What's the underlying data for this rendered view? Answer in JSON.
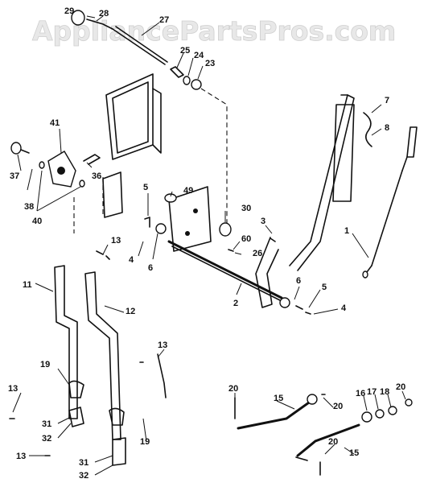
{
  "watermark": "AppliancePartsPros.com",
  "callouts": [
    {
      "id": "29",
      "text": "29"
    },
    {
      "id": "28",
      "text": "28"
    },
    {
      "id": "27",
      "text": "27"
    },
    {
      "id": "25",
      "text": "25"
    },
    {
      "id": "24",
      "text": "24"
    },
    {
      "id": "23",
      "text": "23"
    },
    {
      "id": "7",
      "text": "7"
    },
    {
      "id": "8",
      "text": "8"
    },
    {
      "id": "41",
      "text": "41"
    },
    {
      "id": "37",
      "text": "37"
    },
    {
      "id": "38",
      "text": "38"
    },
    {
      "id": "40",
      "text": "40"
    },
    {
      "id": "36",
      "text": "36"
    },
    {
      "id": "5a",
      "text": "5"
    },
    {
      "id": "49",
      "text": "49"
    },
    {
      "id": "30",
      "text": "30"
    },
    {
      "id": "3",
      "text": "3"
    },
    {
      "id": "1",
      "text": "1"
    },
    {
      "id": "13a",
      "text": "13"
    },
    {
      "id": "4a",
      "text": "4"
    },
    {
      "id": "6a",
      "text": "6"
    },
    {
      "id": "60",
      "text": "60"
    },
    {
      "id": "26",
      "text": "26"
    },
    {
      "id": "11",
      "text": "11"
    },
    {
      "id": "2",
      "text": "2"
    },
    {
      "id": "6b",
      "text": "6"
    },
    {
      "id": "5b",
      "text": "5"
    },
    {
      "id": "12",
      "text": "12"
    },
    {
      "id": "4b",
      "text": "4"
    },
    {
      "id": "13b",
      "text": "13"
    },
    {
      "id": "19a",
      "text": "19"
    },
    {
      "id": "13c",
      "text": "13"
    },
    {
      "id": "20a",
      "text": "20"
    },
    {
      "id": "15a",
      "text": "15"
    },
    {
      "id": "20b",
      "text": "20"
    },
    {
      "id": "16",
      "text": "16"
    },
    {
      "id": "17",
      "text": "17"
    },
    {
      "id": "18",
      "text": "18"
    },
    {
      "id": "20c",
      "text": "20"
    },
    {
      "id": "31a",
      "text": "31"
    },
    {
      "id": "32a",
      "text": "32"
    },
    {
      "id": "19b",
      "text": "19"
    },
    {
      "id": "20d",
      "text": "20"
    },
    {
      "id": "15b",
      "text": "15"
    },
    {
      "id": "13d",
      "text": "13"
    },
    {
      "id": "31b",
      "text": "31"
    },
    {
      "id": "32b",
      "text": "32"
    }
  ]
}
